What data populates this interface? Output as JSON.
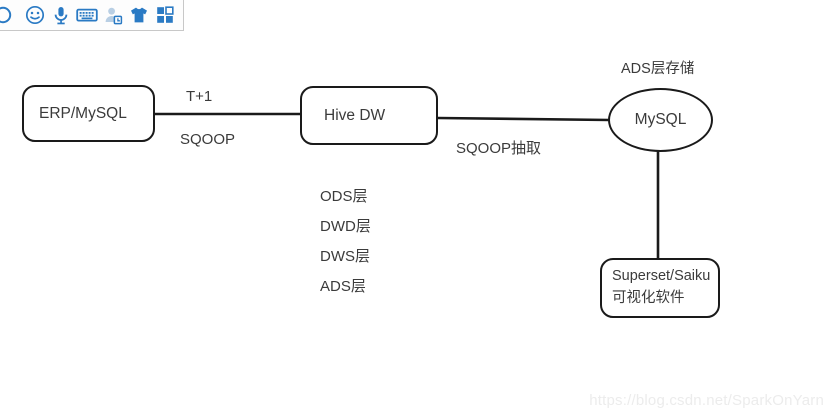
{
  "toolbar": {
    "icons": [
      {
        "name": "partial-circle-icon",
        "label": ""
      },
      {
        "name": "smiley-face-icon",
        "label": ""
      },
      {
        "name": "microphone-icon",
        "label": ""
      },
      {
        "name": "keyboard-icon",
        "label": ""
      },
      {
        "name": "contact-person-icon",
        "label": ""
      },
      {
        "name": "t-shirt-icon",
        "label": ""
      },
      {
        "name": "apps-grid-icon",
        "label": ""
      }
    ]
  },
  "diagram": {
    "nodes": {
      "erp": {
        "text": "ERP/MySQL"
      },
      "hive": {
        "text": "Hive DW"
      },
      "mysql": {
        "text": "MySQL"
      },
      "superset": {
        "line1": "Superset/Saiku",
        "line2": "可视化软件"
      }
    },
    "edge_labels": {
      "t_plus_1": "T+1",
      "sqoop": "SQOOP",
      "sqoop_extract": "SQOOP抽取",
      "ads_storage": "ADS层存储"
    },
    "layers": [
      {
        "text": "ODS层"
      },
      {
        "text": "DWD层"
      },
      {
        "text": "DWS层"
      },
      {
        "text": "ADS层"
      }
    ]
  },
  "watermark": {
    "text": "https://blog.csdn.net/SparkOnYarn"
  },
  "colors": {
    "icon_blue": "#2a7ac4",
    "stroke": "#1a1a1a",
    "text": "#3b3b3b",
    "watermark": "#ececec"
  }
}
